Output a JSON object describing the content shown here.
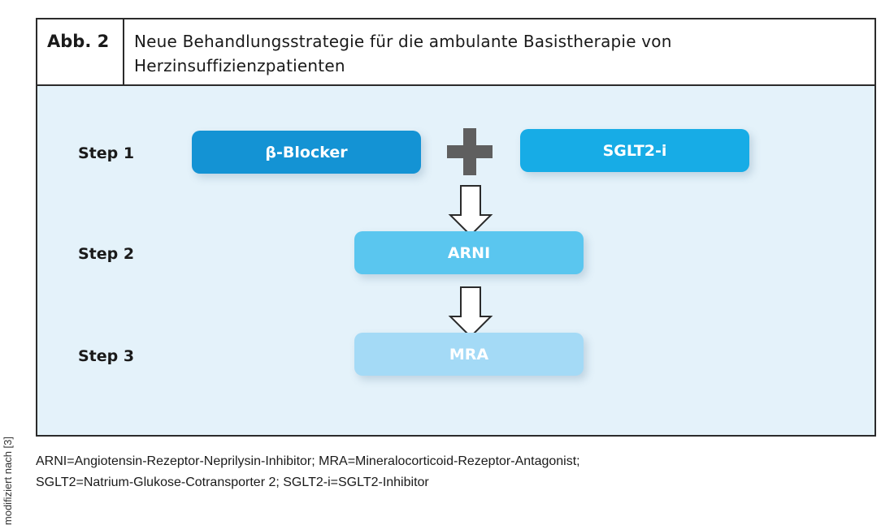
{
  "figure": {
    "label": "Abb. 2",
    "title": "Neue Behandlungsstrategie für die ambulante Basistherapie von Herzinsuffizienzpatienten"
  },
  "steps": [
    {
      "label": "Step 1"
    },
    {
      "label": "Step 2"
    },
    {
      "label": "Step 3"
    }
  ],
  "boxes": {
    "beta_blocker": "β-Blocker",
    "sglt2i": "SGLT2-i",
    "arni": "ARNI",
    "mra": "MRA"
  },
  "colors": {
    "step1": "#1493d4",
    "step1_alt": "#17ace6",
    "step2": "#5ac6ef",
    "step3": "#a4daf6",
    "plus": "#5f5f5f",
    "background": "#e4f2fa"
  },
  "side_note": "modifiziert nach [3]",
  "footnote": {
    "line1": "ARNI=Angiotensin-Rezeptor-Neprilysin-Inhibitor; MRA=Mineralocorticoid-Rezeptor-Antagonist;",
    "line2": "SGLT2=Natrium-Glukose-Cotransporter 2; SGLT2-i=SGLT2-Inhibitor"
  }
}
